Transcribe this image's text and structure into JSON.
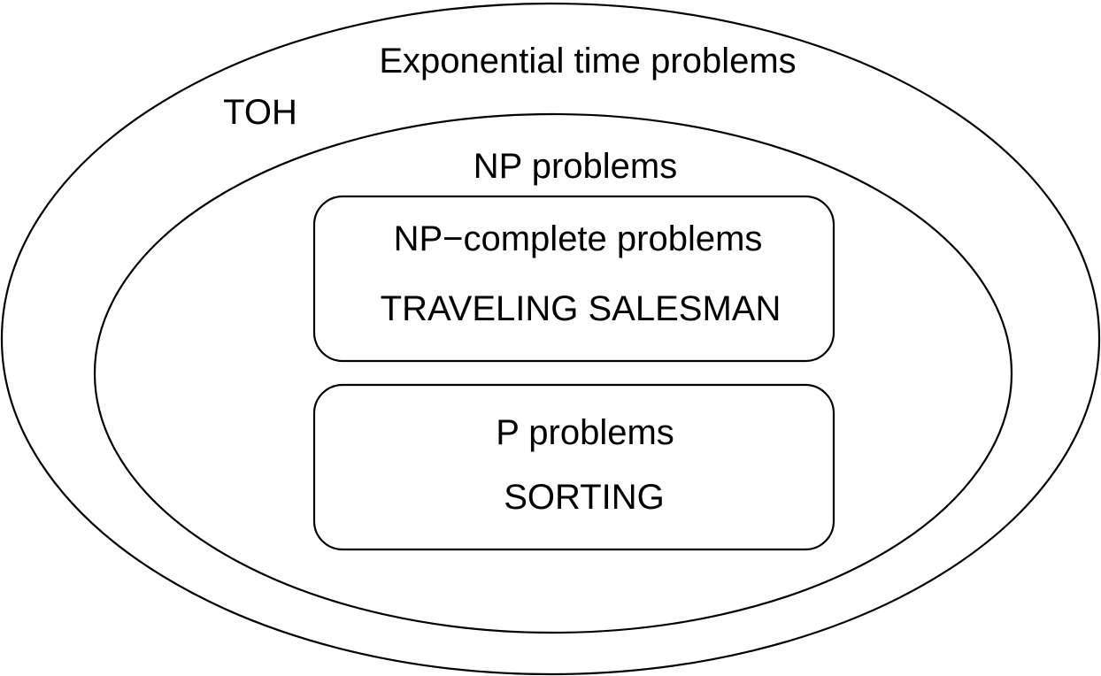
{
  "diagram": {
    "exponential": {
      "title": "Exponential time problems",
      "example": "TOH"
    },
    "np": {
      "title": "NP problems"
    },
    "np_complete": {
      "title": "NP−complete problems",
      "example": "TRAVELING SALESMAN"
    },
    "p": {
      "title": "P problems",
      "example": "SORTING"
    }
  },
  "colors": {
    "stroke": "#000000",
    "background": "#ffffff"
  }
}
